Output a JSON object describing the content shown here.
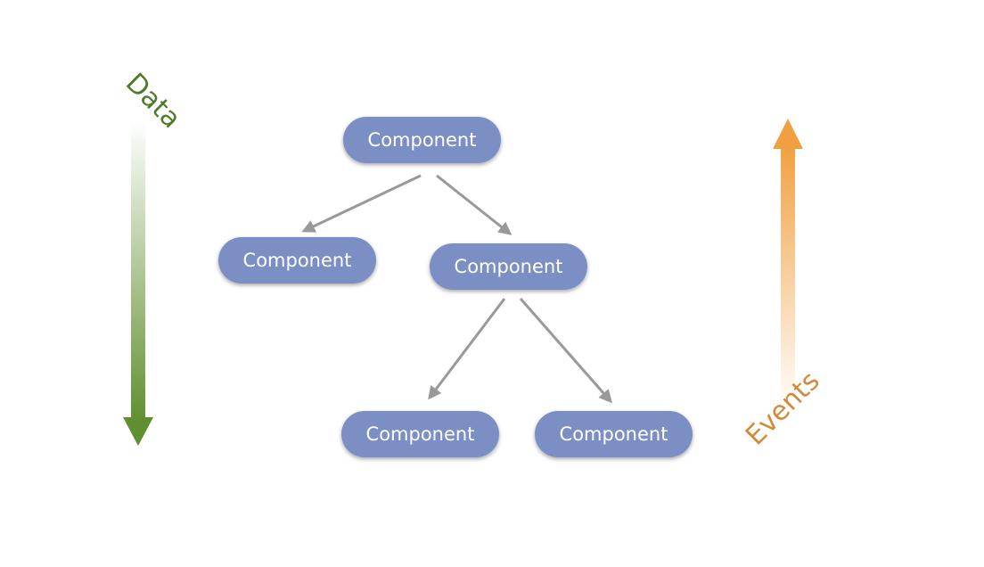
{
  "diagram": {
    "node_label": "Component",
    "data_label": "Data",
    "events_label": "Events"
  },
  "colors": {
    "node_fill": "#7b8fc4",
    "node_text": "#ffffff",
    "edge": "#999999",
    "data_green": "#5f8f2e",
    "data_text": "#4f7a2a",
    "events_orange": "#f0a040",
    "events_text": "#d18a3a"
  }
}
